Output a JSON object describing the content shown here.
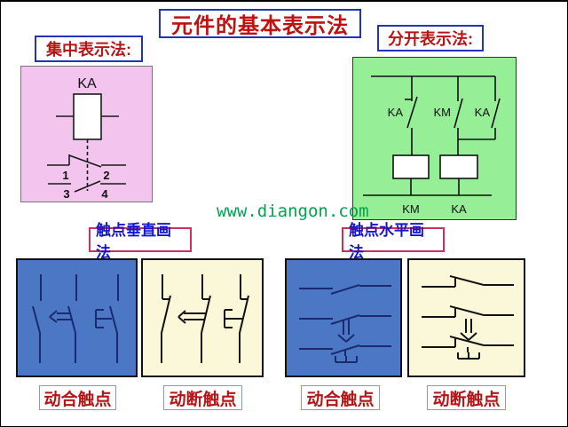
{
  "title": "元件的基本表示法",
  "section_labels": {
    "centralized": "集中表示法:",
    "separated": "分开表示法:",
    "vertical_method": "触点垂直画法",
    "horizontal_method": "触点水平画法"
  },
  "captions": {
    "normally_open": "动合触点",
    "normally_closed": "动断触点"
  },
  "watermark": "www.diangon.com",
  "centralized_panel": {
    "relay_label": "KA",
    "terminal_1": "1",
    "terminal_2": "2",
    "terminal_3": "3",
    "terminal_4": "4"
  },
  "separated_panel": {
    "contact_labels": [
      "KA",
      "KM",
      "KA"
    ],
    "coil_labels": [
      "KM",
      "KA"
    ]
  },
  "colors": {
    "title_red": "#c01010",
    "blue_border": "#2233bb",
    "blue_text": "#1515cc",
    "crimson_border": "#cc3060",
    "caption_red": "#b51515",
    "pink_panel_bg": "#f2c4ee",
    "green_panel_bg": "#96ee96",
    "blue_panel_bg": "#4b77c5",
    "cream_panel_bg": "#faf8d8",
    "watermark_green": "#00a44f",
    "navy_symbol": "#1b2a70"
  }
}
